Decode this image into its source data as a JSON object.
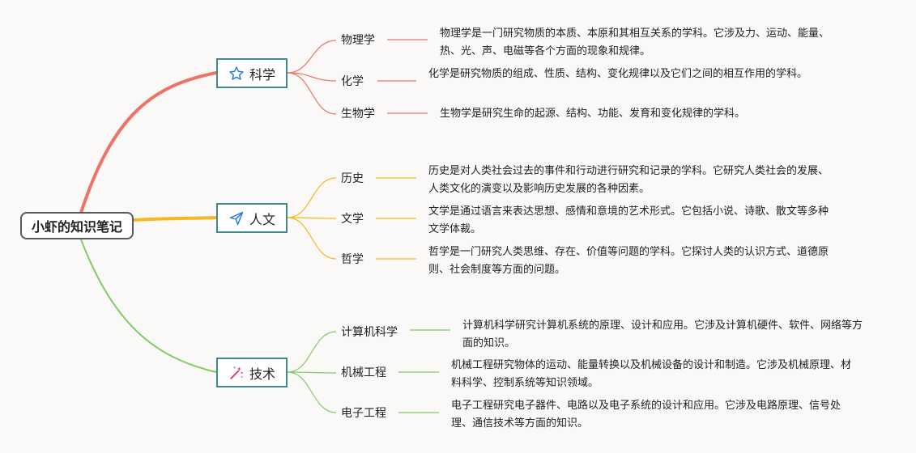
{
  "root": {
    "label": "小虾的知识笔记"
  },
  "colors": {
    "science": "#f07266",
    "humanities": "#f6b821",
    "technology": "#84c96a"
  },
  "categories": [
    {
      "label": "科学",
      "icon": "star-outline-icon",
      "children": [
        {
          "label": "物理学",
          "desc": "物理学是一门研究物质的本质、本原和其相互关系的学科。它涉及力、运动、能量、热、光、声、电磁等各个方面的现象和规律。"
        },
        {
          "label": "化学",
          "desc": "化学是研究物质的组成、性质、结构、变化规律以及它们之间的相互作用的学科。"
        },
        {
          "label": "生物学",
          "desc": "生物学是研究生命的起源、结构、功能、发育和变化规律的学科。"
        }
      ]
    },
    {
      "label": "人文",
      "icon": "paper-plane-icon",
      "children": [
        {
          "label": "历史",
          "desc": "历史是对人类社会过去的事件和行动进行研究和记录的学科。它研究人类社会的发展、人类文化的演变以及影响历史发展的各种因素。"
        },
        {
          "label": "文学",
          "desc": "文学是通过语言来表达思想、感情和意境的艺术形式。它包括小说、诗歌、散文等多种文学体裁。"
        },
        {
          "label": "哲学",
          "desc": "哲学是一门研究人类思维、存在、价值等问题的学科。它探讨人类的认识方式、道德原则、社会制度等方面的问题。"
        }
      ]
    },
    {
      "label": "技术",
      "icon": "magic-wand-icon",
      "children": [
        {
          "label": "计算机科学",
          "desc": "计算机科学研究计算机系统的原理、设计和应用。它涉及计算机硬件、软件、网络等方面的知识。"
        },
        {
          "label": "机械工程",
          "desc": "机械工程研究物体的运动、能量转换以及机械设备的设计和制造。它涉及机械原理、材料科学、控制系统等知识领域。"
        },
        {
          "label": "电子工程",
          "desc": "电子工程研究电子器件、电路以及电子系统的设计和应用。它涉及电路原理、信号处理、通信技术等方面的知识。"
        }
      ]
    }
  ]
}
